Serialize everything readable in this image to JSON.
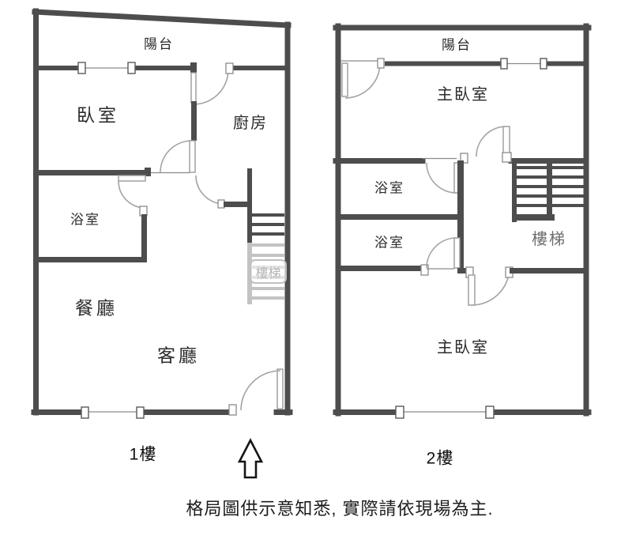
{
  "floors": [
    {
      "id": "floor1",
      "label": "1樓",
      "rooms": {
        "balcony": "陽台",
        "bedroom": "臥室",
        "kitchen": "廚房",
        "bathroom": "浴室",
        "dining": "餐廳",
        "living": "客廳",
        "stairs": "樓梯"
      }
    },
    {
      "id": "floor2",
      "label": "2樓",
      "rooms": {
        "balcony": "陽台",
        "master_bedroom_top": "主臥室",
        "bathroom_top": "浴室",
        "bathroom_bottom": "浴室",
        "stairs": "樓梯",
        "master_bedroom_bottom": "主臥室"
      }
    }
  ],
  "footer": {
    "disclaimer": "格局圖供示意知悉, 實際請依現場為主."
  },
  "icons": {
    "up_arrow": "hollow-up-arrow"
  },
  "colors": {
    "wall": "#4d4d4d",
    "thin_line": "#8a8a8a",
    "door_line": "#a3a3a3",
    "faded_stairs": "#c3c3c3",
    "watermark": "#b5b5b5",
    "label_text": "#2b2b2b",
    "stairs_label_f2": "#6e6e6e"
  }
}
